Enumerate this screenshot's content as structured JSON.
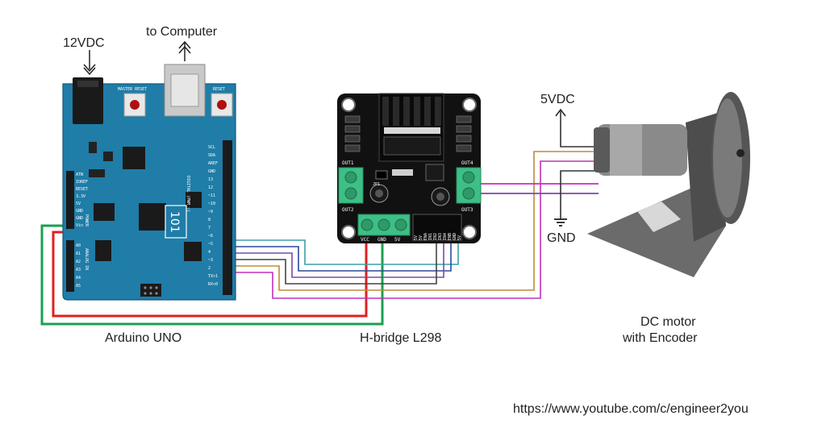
{
  "labels": {
    "power_in": "12VDC",
    "to_computer": "to Computer",
    "vdc5": "5VDC",
    "gnd": "GND",
    "arduino": "Arduino UNO",
    "hbridge": "H-bridge L298",
    "motor_line1": "DC motor",
    "motor_line2": "with Encoder",
    "url": "https://www.youtube.com/c/engineer2you"
  },
  "arduino_board": {
    "model": "101",
    "btn_master_reset": "MASTER RESET",
    "btn_reset": "RESET",
    "power_pins": [
      "ATN",
      "IOREF",
      "RESET",
      "3.3V",
      "5V",
      "GND",
      "GND",
      "Vin"
    ],
    "analog_pins": [
      "A0",
      "A1",
      "A2",
      "A3",
      "A4",
      "A5"
    ],
    "digital_pins": [
      "SCL",
      "SDA",
      "AREF",
      "GND",
      "13",
      "12",
      "~11",
      "~10",
      "~9",
      "8",
      "7",
      "~6",
      "~5",
      "4",
      "~3",
      "2",
      "TX>1",
      "RX<0"
    ],
    "power_section": "POWER",
    "analog_section": "ANALOG IN",
    "digital_section": "DIGITAL (PWM ~)"
  },
  "l298_board": {
    "out1": "OUT1",
    "out2": "OUT2",
    "out3": "OUT3",
    "out4": "OUT4",
    "power_terminals": [
      "VCC",
      "GND",
      "5V"
    ],
    "header_pins": [
      "5V",
      "5V",
      "ENA",
      "IN1",
      "IN2",
      "IN3",
      "IN4",
      "ENB",
      "GND",
      "5V"
    ],
    "jumper": "JP1"
  },
  "colors": {
    "arduino_board": "#1f7da8",
    "hbridge_board": "#111111",
    "terminal_green": "#3dbf87",
    "wire_red": "#e02020",
    "wire_green": "#1aa050",
    "wire_teal": "#3aa0a8",
    "wire_navy": "#2a4a9a",
    "wire_purple": "#7a4aa8",
    "wire_orange": "#c08a3a",
    "wire_magenta": "#c030c0",
    "wire_dark": "#333333"
  }
}
